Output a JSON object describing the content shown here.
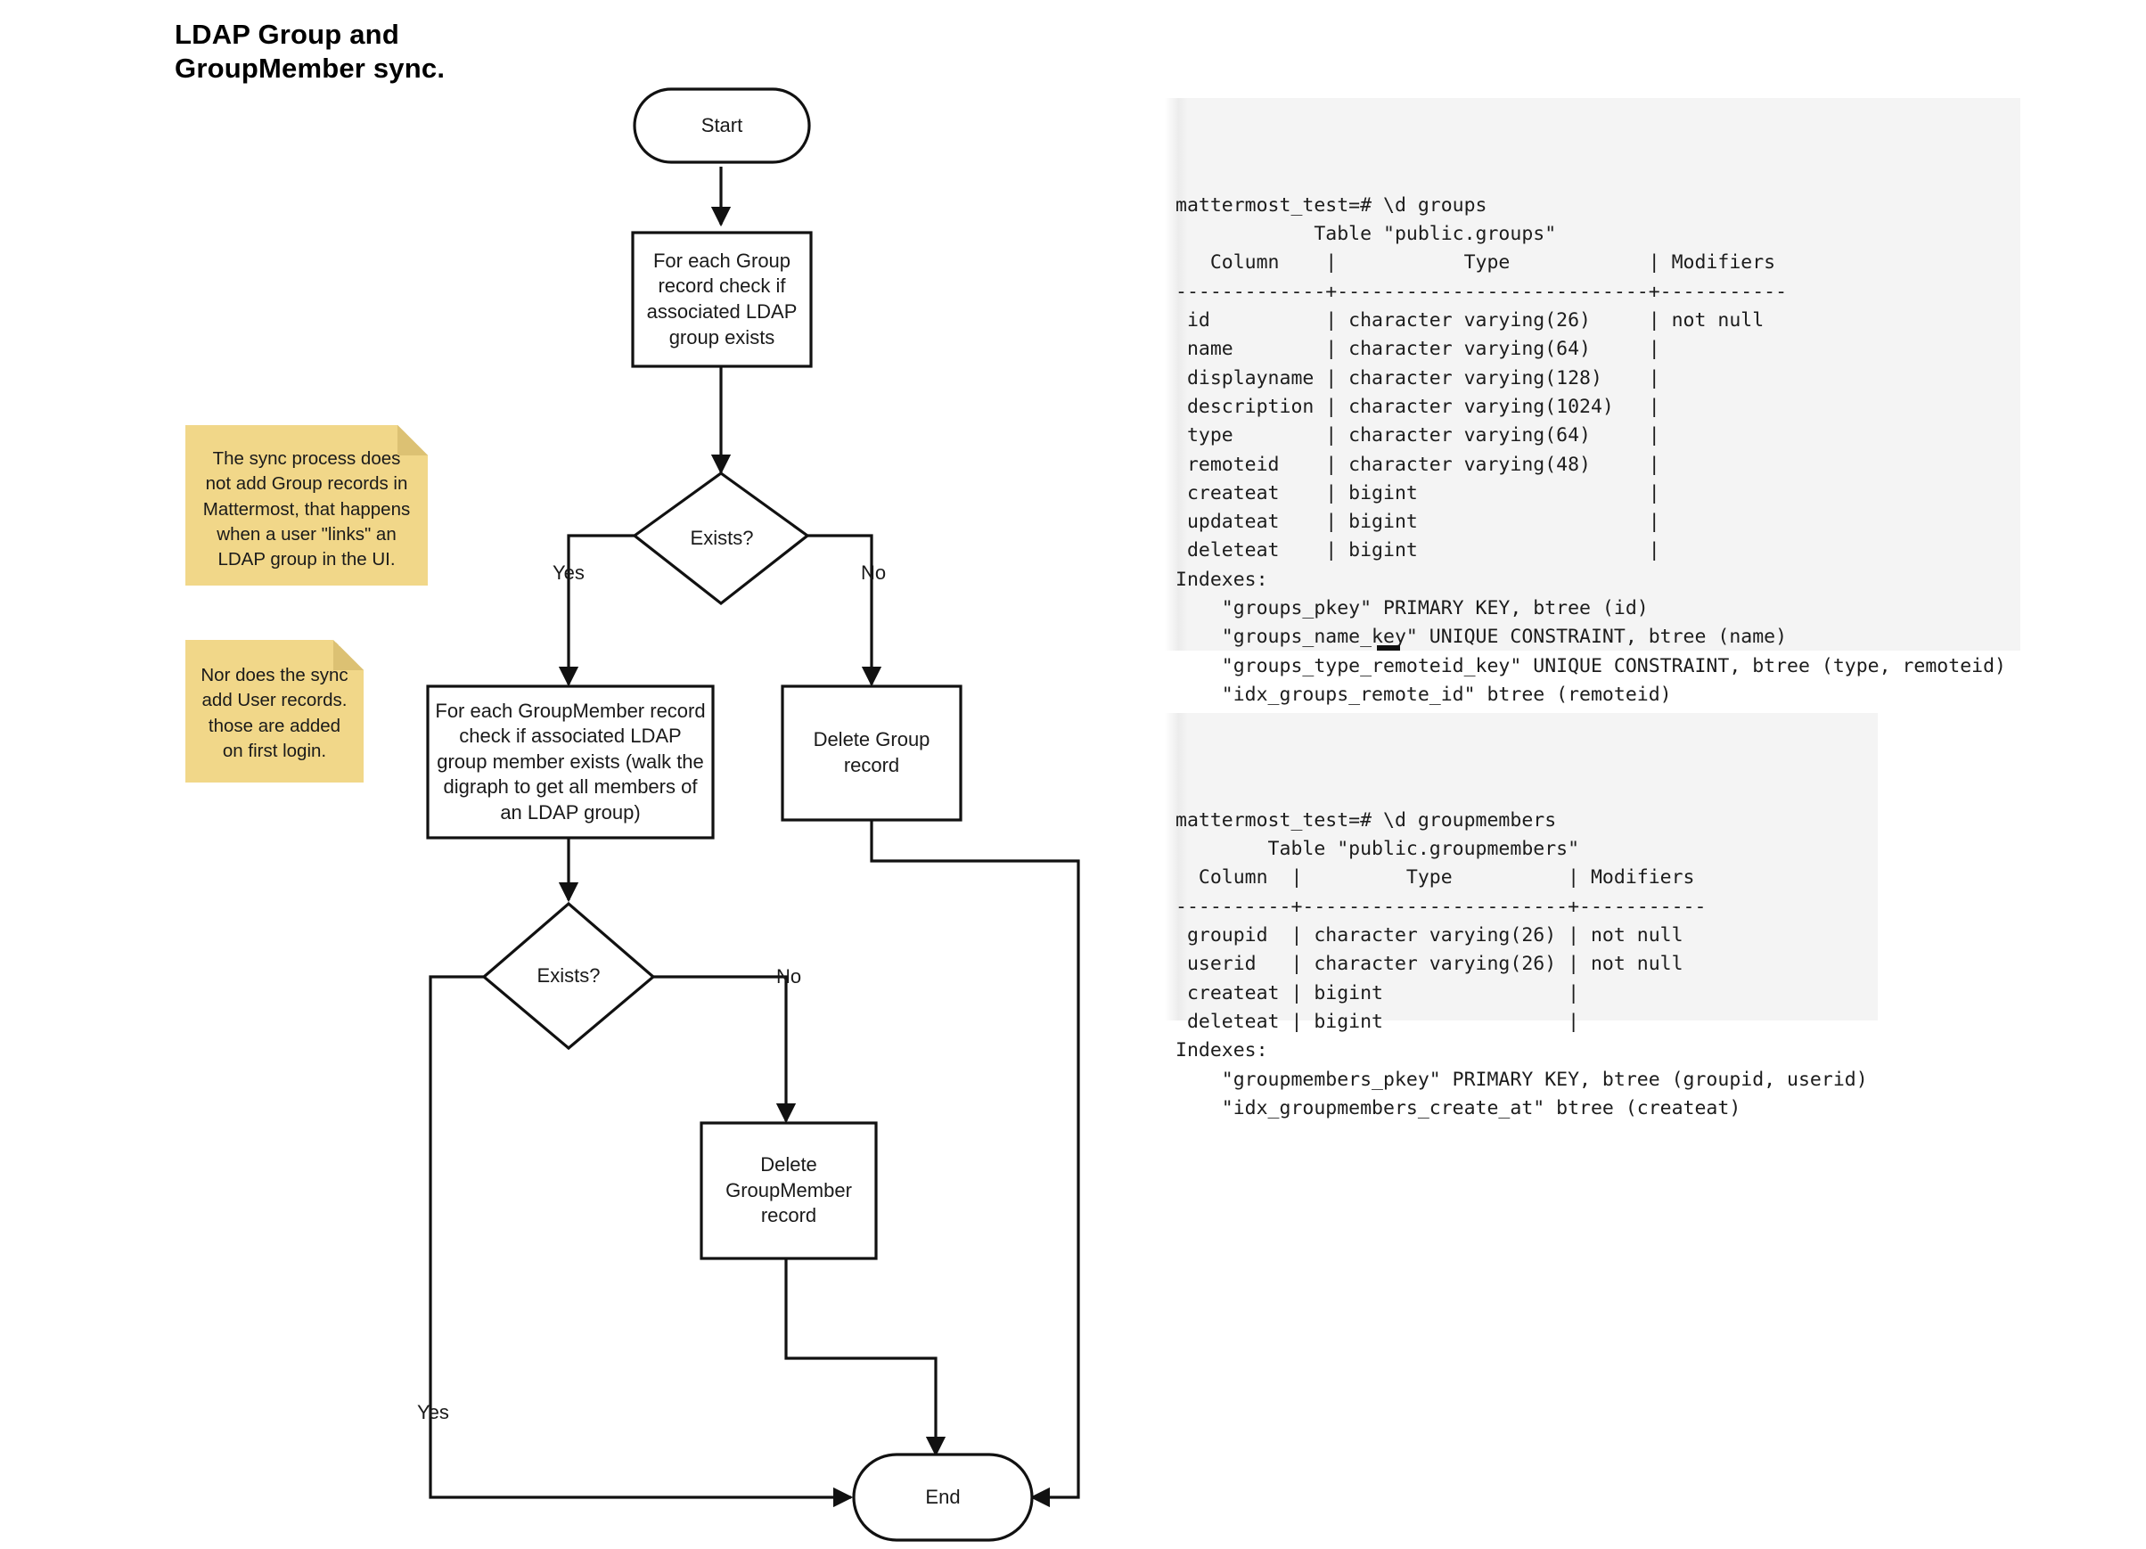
{
  "title": "LDAP Group and\nGroupMember sync.",
  "flowchart": {
    "nodes": {
      "start": "Start",
      "group_check": "For each Group record check if associated LDAP group exists",
      "decision1": "Exists?",
      "groupmember_check": "For each GroupMember record check if associated LDAP group member exists (walk the digraph to get all members of an LDAP group)",
      "delete_group": "Delete Group record",
      "decision2": "Exists?",
      "delete_groupmember": "Delete GroupMember record",
      "end": "End"
    },
    "edge_labels": {
      "d1_yes": "Yes",
      "d1_no": "No",
      "d2_no": "No",
      "d2_yes": "Yes"
    }
  },
  "sticky_notes": [
    {
      "id": "note-group-records",
      "text": "The sync process does not add Group records in Mattermost, that happens when a user \"links\" an LDAP group in the UI.",
      "color": "#f1d789"
    },
    {
      "id": "note-user-records",
      "text": "Nor does the sync add User records. those are added on first login.",
      "color": "#f1d789"
    }
  ],
  "terminals": [
    {
      "id": "groups-table",
      "prompt": "mattermost_test=# \\d groups",
      "table_caption": "Table \"public.groups\"",
      "headers": [
        "Column",
        "Type",
        "Modifiers"
      ],
      "rows": [
        [
          "id",
          "character varying(26)",
          "not null"
        ],
        [
          "name",
          "character varying(64)",
          ""
        ],
        [
          "displayname",
          "character varying(128)",
          ""
        ],
        [
          "description",
          "character varying(1024)",
          ""
        ],
        [
          "type",
          "character varying(64)",
          ""
        ],
        [
          "remoteid",
          "character varying(48)",
          ""
        ],
        [
          "createat",
          "bigint",
          ""
        ],
        [
          "updateat",
          "bigint",
          ""
        ],
        [
          "deleteat",
          "bigint",
          ""
        ]
      ],
      "indexes_label": "Indexes:",
      "indexes": [
        "\"groups_pkey\" PRIMARY KEY, btree (id)",
        "\"groups_name_key\" UNIQUE CONSTRAINT, btree (name)",
        "\"groups_type_remoteid_key\" UNIQUE CONSTRAINT, btree (type, remoteid)",
        "\"idx_groups_remote_id\" btree (remoteid)"
      ],
      "raw": "mattermost_test=# \\d groups\n            Table \"public.groups\"\n   Column    |           Type            | Modifiers \n-------------+---------------------------+-----------\n id          | character varying(26)     | not null\n name        | character varying(64)     |\n displayname | character varying(128)    |\n description | character varying(1024)   |\n type        | character varying(64)     |\n remoteid    | character varying(48)     |\n createat    | bigint                    |\n updateat    | bigint                    |\n deleteat    | bigint                    |\nIndexes:\n    \"groups_pkey\" PRIMARY KEY, btree (id)\n    \"groups_name_key\" UNIQUE CONSTRAINT, btree (name)\n    \"groups_type_remoteid_key\" UNIQUE CONSTRAINT, btree (type, remoteid)\n    \"idx_groups_remote_id\" btree (remoteid)"
    },
    {
      "id": "groupmembers-table",
      "prompt": "mattermost_test=# \\d groupmembers",
      "table_caption": "Table \"public.groupmembers\"",
      "headers": [
        "Column",
        "Type",
        "Modifiers"
      ],
      "rows": [
        [
          "groupid",
          "character varying(26)",
          "not null"
        ],
        [
          "userid",
          "character varying(26)",
          "not null"
        ],
        [
          "createat",
          "bigint",
          ""
        ],
        [
          "deleteat",
          "bigint",
          ""
        ]
      ],
      "indexes_label": "Indexes:",
      "indexes": [
        "\"groupmembers_pkey\" PRIMARY KEY, btree (groupid, userid)",
        "\"idx_groupmembers_create_at\" btree (createat)"
      ],
      "raw": "mattermost_test=# \\d groupmembers\n        Table \"public.groupmembers\"\n  Column  |         Type          | Modifiers \n----------+-----------------------+-----------\n groupid  | character varying(26) | not null\n userid   | character varying(26) | not null\n createat | bigint                |\n deleteat | bigint                |\nIndexes:\n    \"groupmembers_pkey\" PRIMARY KEY, btree (groupid, userid)\n    \"idx_groupmembers_create_at\" btree (createat)"
    }
  ]
}
